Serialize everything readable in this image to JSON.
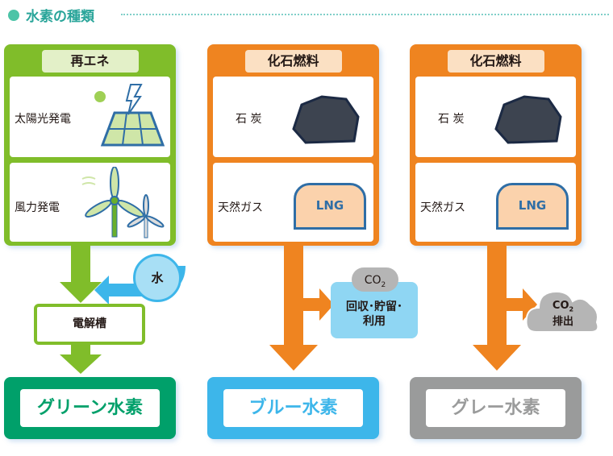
{
  "title": "水素の種類",
  "columns": [
    {
      "header": "再エネ",
      "items": [
        "太陽光発電",
        "風力発電"
      ],
      "color": "#80bd2a"
    },
    {
      "header": "化石燃料",
      "items": [
        "石 炭",
        "天然ガス"
      ],
      "color": "#ef8420"
    },
    {
      "header": "化石燃料",
      "items": [
        "石 炭",
        "天然ガス"
      ],
      "color": "#ef8420"
    }
  ],
  "lng_label": "LNG",
  "water_label": "水",
  "electrolysis_label": "電解槽",
  "co2_label": "CO",
  "co2_sub": "2",
  "capture_label_1": "回収･貯留･",
  "capture_label_2": "利用",
  "emission_label": "排出",
  "results": [
    {
      "label": "グリーン水素",
      "color": "#00a06a"
    },
    {
      "label": "ブルー水素",
      "color": "#3db6ea"
    },
    {
      "label": "グレー水素",
      "color": "#9a9b9b"
    }
  ]
}
